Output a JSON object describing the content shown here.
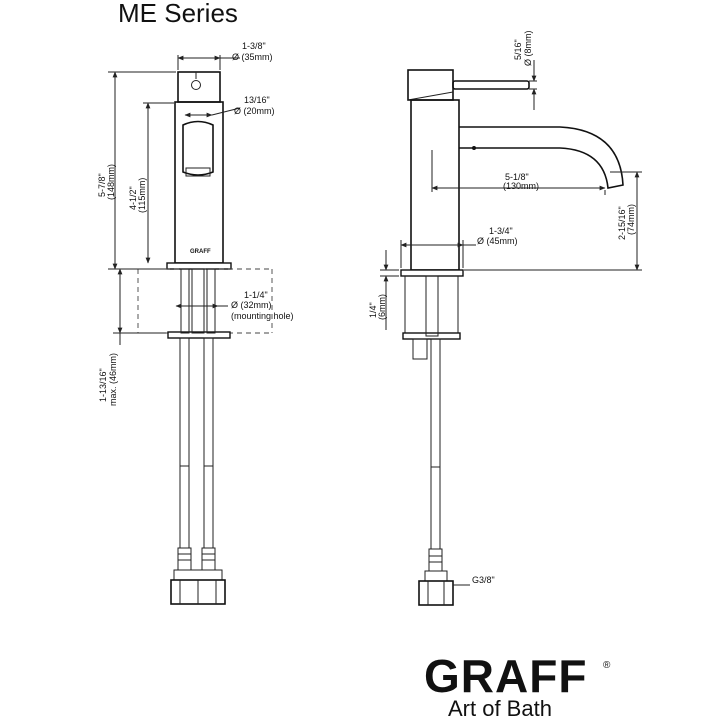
{
  "title": "ME Series",
  "front_view": {
    "dim_head_width": [
      "1-3/8\"",
      "Ø (35mm)"
    ],
    "dim_spout_width": [
      "13/16\"",
      "Ø (20mm)"
    ],
    "dim_total_height": [
      "5-7/8\"",
      "(148mm)"
    ],
    "dim_body_height": [
      "4-1/2\"",
      "(115mm)"
    ],
    "dim_hole": [
      "1-1/4\"",
      "Ø (32mm)",
      "(mounting hole)"
    ],
    "dim_max_deck": [
      "1-13/16\"",
      "max. (46mm)"
    ],
    "base_logo": "GRAFF"
  },
  "side_view": {
    "dim_handle": [
      "5/16\"",
      "Ø (8mm)"
    ],
    "dim_reach": [
      "5-1/8\"",
      "(130mm)"
    ],
    "dim_spout_height": [
      "2-15/16\"",
      "(74mm)"
    ],
    "dim_base": [
      "1-3/4\"",
      "Ø (45mm)"
    ],
    "dim_flange": [
      "1/4\"",
      "(6mm)"
    ],
    "thread_label": "G3/8\""
  },
  "brand": {
    "logo": "GRAFF",
    "registered_mark": "®",
    "tagline": "Art of Bath"
  }
}
